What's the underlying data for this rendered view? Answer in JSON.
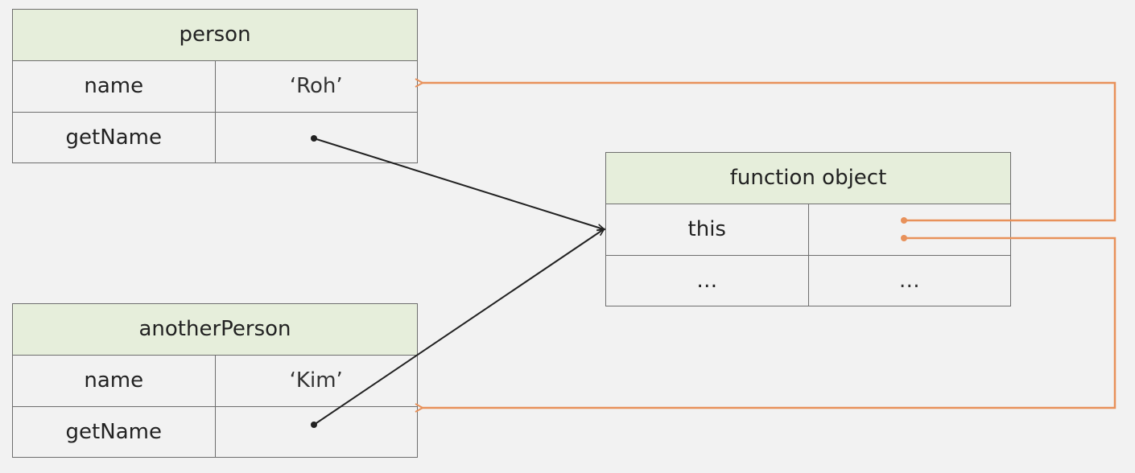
{
  "objects": {
    "person": {
      "title": "person",
      "rows": [
        {
          "key": "name",
          "value": "‘Roh’"
        },
        {
          "key": "getName",
          "value": ""
        }
      ]
    },
    "anotherPerson": {
      "title": "anotherPerson",
      "rows": [
        {
          "key": "name",
          "value": "‘Kim’"
        },
        {
          "key": "getName",
          "value": ""
        }
      ]
    },
    "functionObject": {
      "title": "function object",
      "rows": [
        {
          "key": "this",
          "value": ""
        },
        {
          "key": "…",
          "value": "…"
        }
      ]
    }
  },
  "colors": {
    "header_bg": "#e6eedb",
    "border": "#6e6e6e",
    "reference_arrow": "#222222",
    "this_arrow": "#e8915a",
    "background": "#f2f2f2"
  }
}
